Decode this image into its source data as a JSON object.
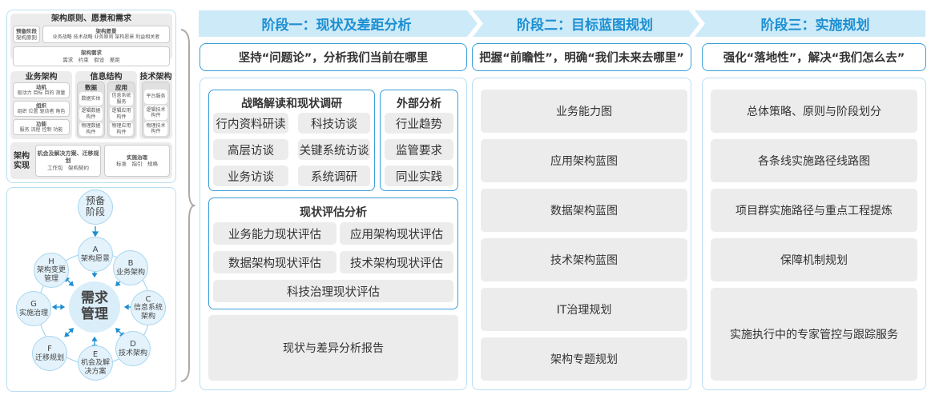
{
  "left_top": {
    "title": "架构原则、愿景和需求",
    "prep": {
      "title": "预备阶段",
      "items": "架构原则"
    },
    "vision": {
      "title": "架构愿景",
      "items": "业务战略 技术战略 业务原则 架构愿景 利益相关者"
    },
    "req": {
      "title": "架构需求",
      "items": "需求　约束　假设　差距"
    },
    "biz": {
      "title": "业务架构",
      "groups": [
        {
          "title": "动机",
          "items": "驱动力 目标 目的 测量"
        },
        {
          "title": "组织",
          "items": "组织 位置 驱动者 角色"
        },
        {
          "title": "功能",
          "items": "服务 流程 控制 功能"
        }
      ]
    },
    "info": {
      "title": "信息结构",
      "data_title": "数据",
      "data_items": [
        "数据实体",
        "逻辑数据构件",
        "物理数据构件"
      ],
      "app_title": "应用",
      "app_items": [
        "信息系统服务",
        "逻辑应用构件",
        "物理应用构件"
      ]
    },
    "tech": {
      "title": "技术架构",
      "items": [
        "平台服务",
        "逻辑技术构件",
        "物理技术构件"
      ]
    },
    "impl": {
      "title": "架构实现",
      "opp_title": "机会及解决方案、迁移规划",
      "opp_items": "工作包　架构契约",
      "gov_title": "实施治理",
      "gov_items": "标准　指引　规格"
    }
  },
  "cycle": {
    "center": "需求管理",
    "prep": "预备阶段",
    "nodes": [
      {
        "letter": "A",
        "label": "架构愿景"
      },
      {
        "letter": "B",
        "label": "业务架构"
      },
      {
        "letter": "C",
        "label": "信息系统架构"
      },
      {
        "letter": "D",
        "label": "技术架构"
      },
      {
        "letter": "E",
        "label": "机会及解决方案"
      },
      {
        "letter": "F",
        "label": "迁移规划"
      },
      {
        "letter": "G",
        "label": "实施治理"
      },
      {
        "letter": "H",
        "label": "架构变更管理"
      }
    ]
  },
  "colors": {
    "accent": "#1c8fd2",
    "header_bg": "#cdeaf8",
    "border": "#3a9fd8",
    "box": "#ececec"
  },
  "stages": [
    {
      "title": "阶段一：现状及差距分析",
      "subtitle": "坚持“问题论”，分析我们当前在哪里",
      "survey": {
        "title": "战略解读和现状调研",
        "items": [
          "行内资料研读",
          "科技访谈",
          "高层访谈",
          "关键系统访谈",
          "业务访谈",
          "系统调研"
        ]
      },
      "external": {
        "title": "外部分析",
        "items": [
          "行业趋势",
          "监管要求",
          "同业实践"
        ]
      },
      "assess": {
        "title": "现状评估分析",
        "items": [
          "业务能力现状评估",
          "应用架构现状评估",
          "数据架构现状评估",
          "技术架构现状评估",
          "科技治理现状评估"
        ]
      },
      "report": "现状与差异分析报告"
    },
    {
      "title": "阶段二：目标蓝图规划",
      "subtitle": "把握“前瞻性”，明确“我们未来去哪里”",
      "items": [
        "业务能力图",
        "应用架构蓝图",
        "数据架构蓝图",
        "技术架构蓝图",
        "IT治理规划",
        "架构专题规划"
      ]
    },
    {
      "title": "阶段三：实施规划",
      "subtitle": "强化“落地性”，解决“我们怎么去”",
      "items": [
        "总体策略、原则与阶段划分",
        "各条线实施路径线路图",
        "项目群实施路径与重点工程提炼",
        "保障机制规划",
        "实施执行中的专家管控与跟踪服务"
      ]
    }
  ]
}
